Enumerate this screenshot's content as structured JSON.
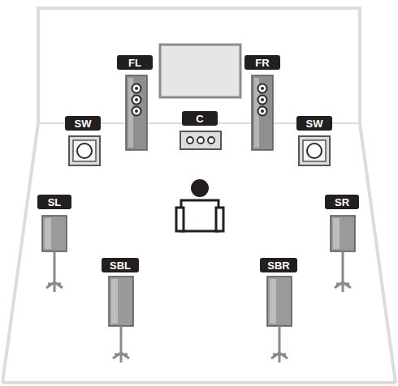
{
  "diagram": {
    "nodes": [
      {
        "text": [
          "FL"
        ]
      },
      {
        "text": [
          "FR"
        ]
      },
      {
        "text": [
          "SW"
        ]
      },
      {
        "text": [
          "C"
        ]
      },
      {
        "text": [
          "SW"
        ]
      },
      {
        "text": [
          "SL"
        ]
      },
      {
        "text": [
          "SR"
        ]
      },
      {
        "text": [
          "SBL"
        ]
      },
      {
        "text": [
          "SBR"
        ]
      }
    ]
  }
}
